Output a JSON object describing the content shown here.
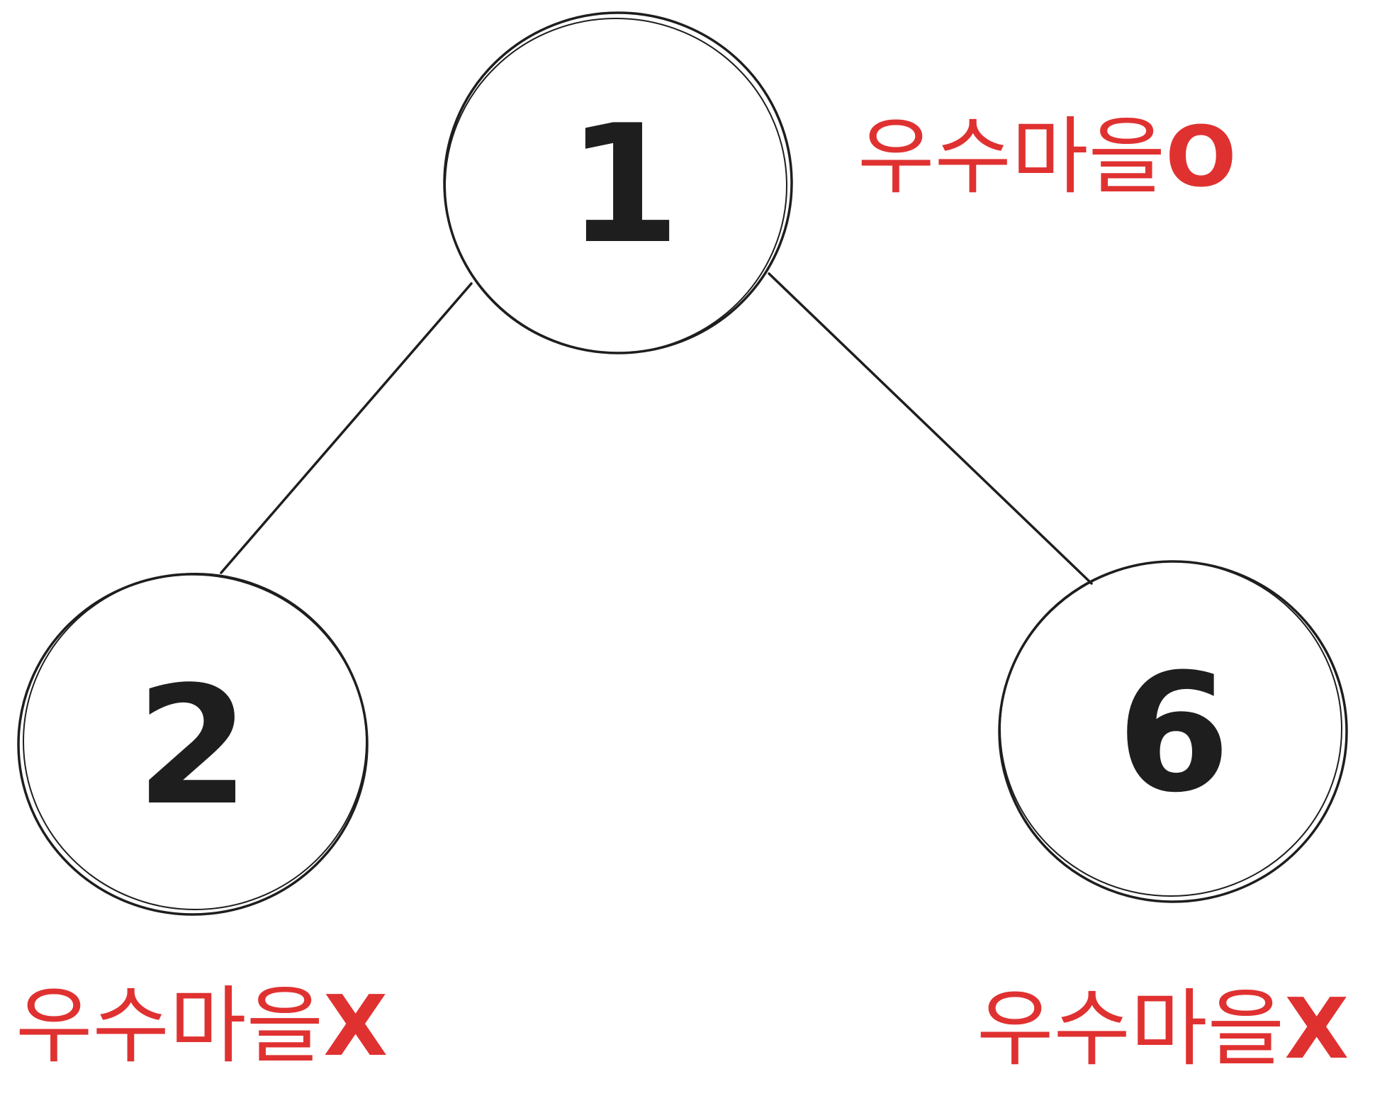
{
  "tree": {
    "nodes": [
      {
        "id": "1",
        "label": "1",
        "status_text": "우수마을",
        "status_mark": "O"
      },
      {
        "id": "2",
        "label": "2",
        "status_text": "우수마을",
        "status_mark": "X"
      },
      {
        "id": "6",
        "label": "6",
        "status_text": "우수마을",
        "status_mark": "X"
      }
    ],
    "edges": [
      {
        "from": "1",
        "to": "2"
      },
      {
        "from": "1",
        "to": "6"
      }
    ]
  },
  "colors": {
    "stroke": "#1e1e1e",
    "status": "#e03131"
  }
}
